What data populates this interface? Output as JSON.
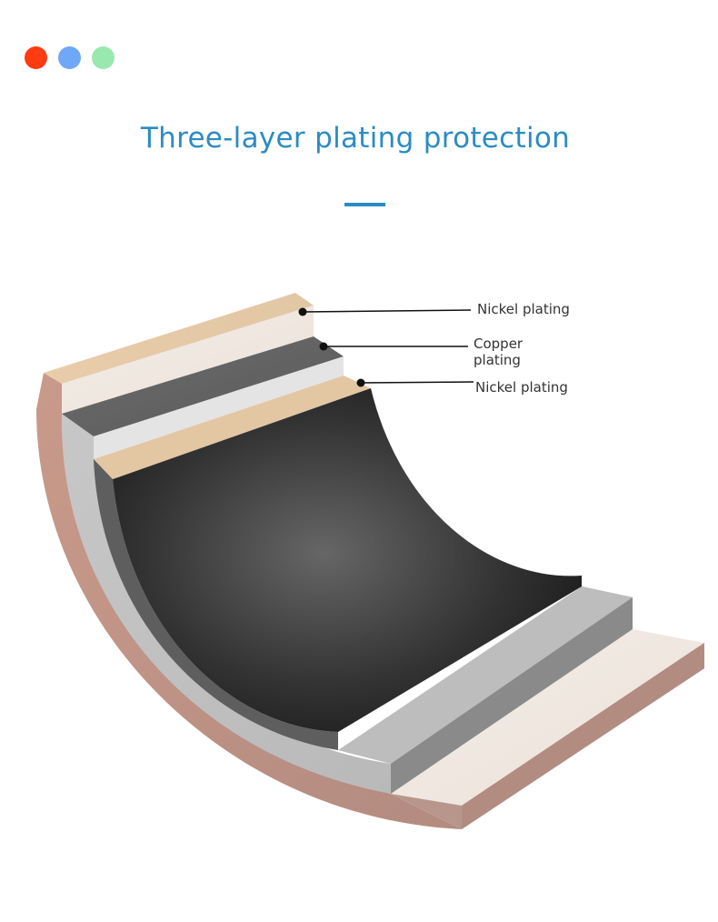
{
  "header": {
    "dots": [
      {
        "name": "red-dot",
        "color": "#ff3b12"
      },
      {
        "name": "blue-dot",
        "color": "#6fa8f7"
      },
      {
        "name": "green-dot",
        "color": "#98e8b0"
      }
    ],
    "title": "Three-layer plating protection",
    "accent_color": "#2b8cc4"
  },
  "diagram": {
    "labels": {
      "outer": "Nickel plating",
      "middle_line1": "Copper",
      "middle_line2": "plating",
      "inner": "Nickel plating"
    }
  }
}
